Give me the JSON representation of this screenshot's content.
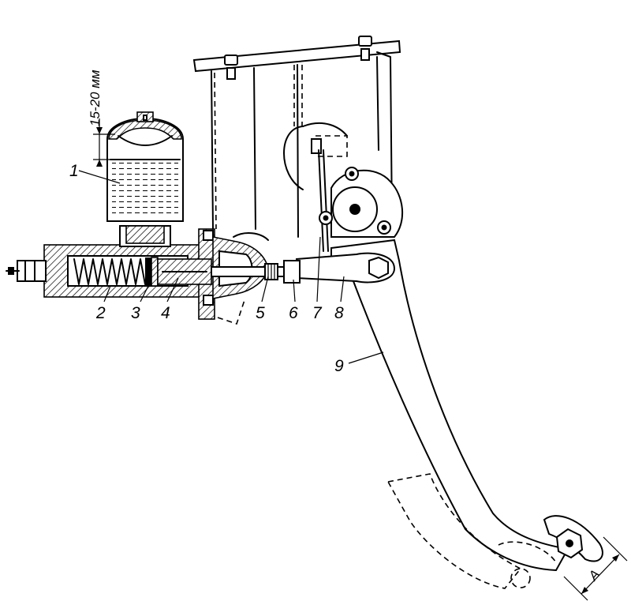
{
  "diagram": {
    "level_dimension": "15-20 мм",
    "dimension_A": "A",
    "part_labels": [
      "1",
      "2",
      "3",
      "4",
      "5",
      "6",
      "7",
      "8",
      "9"
    ]
  }
}
